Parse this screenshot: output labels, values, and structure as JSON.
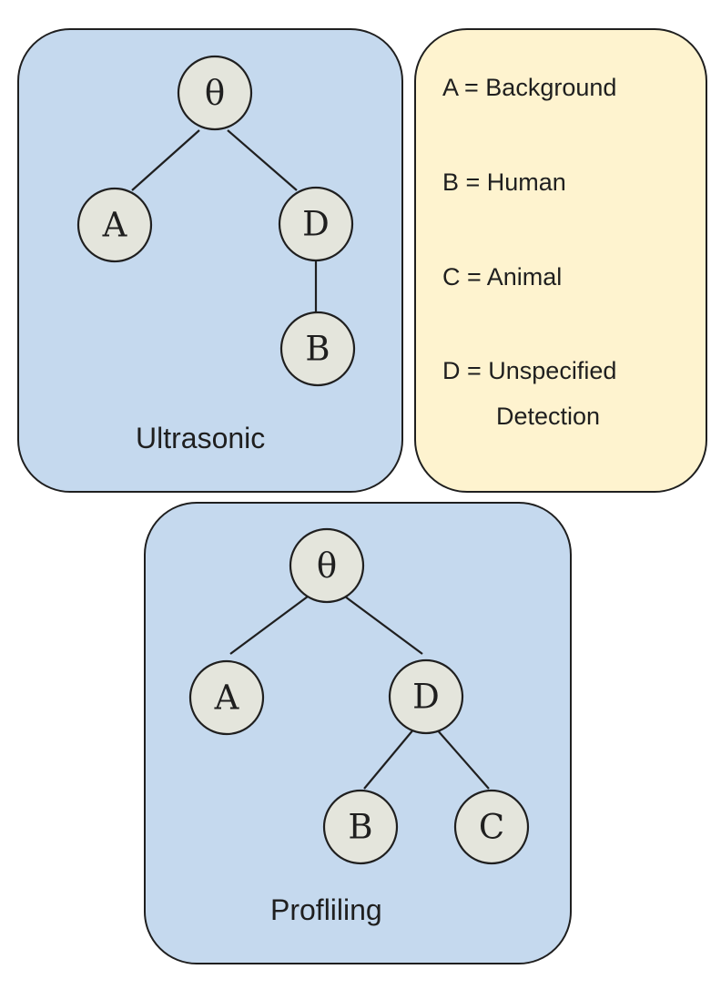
{
  "diagram": {
    "ultrasonic": {
      "caption": "Ultrasonic",
      "nodes": {
        "root": "θ",
        "a": "A",
        "d": "D",
        "b": "B"
      }
    },
    "legend": {
      "items": [
        {
          "text": "A = Background"
        },
        {
          "text": "B = Human"
        },
        {
          "text": "C = Animal"
        },
        {
          "text": "D = Unspecified"
        }
      ],
      "continuation": "Detection"
    },
    "profiling": {
      "caption": "Profliling",
      "nodes": {
        "root": "θ",
        "a": "A",
        "d": "D",
        "b": "B",
        "c": "C"
      }
    },
    "colors": {
      "panel_blue": "#c5d9ee",
      "panel_cream": "#fef3cf",
      "node_fill": "#e4e5dc",
      "stroke": "#1f1f1f"
    }
  }
}
